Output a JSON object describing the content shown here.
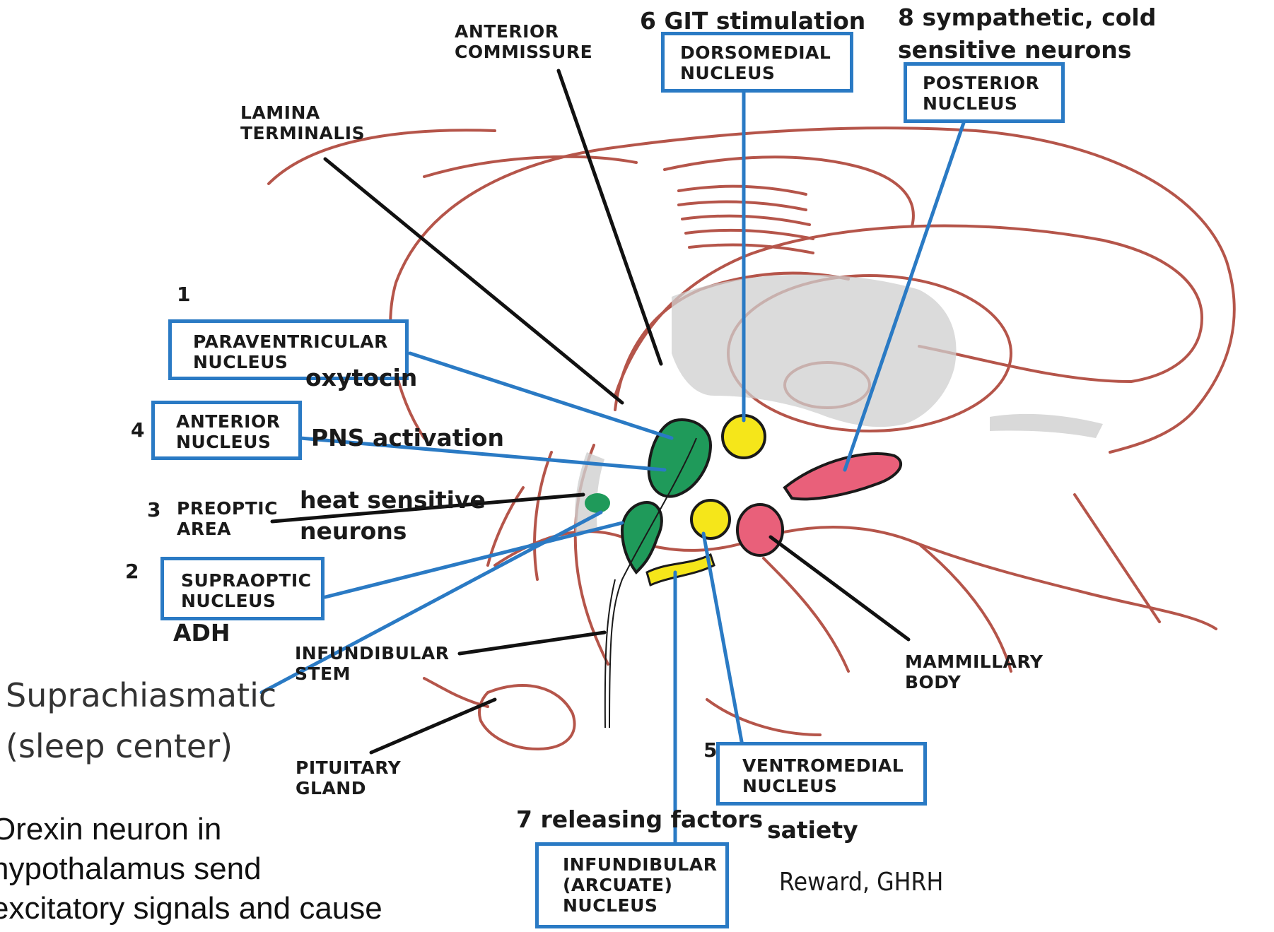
{
  "labels": {
    "anterior_commissure": "ANTERIOR\nCOMMISSURE",
    "lamina_terminalis": "LAMINA\nTERMINALIS",
    "dorsomedial_nucleus": "DORSOMEDIAL\nNUCLEUS",
    "posterior_nucleus": "POSTERIOR\nNUCLEUS",
    "paraventricular_nucleus": "PARAVENTRICULAR\nNUCLEUS",
    "anterior_nucleus": "ANTERIOR\nNUCLEUS",
    "preoptic_area": "PREOPTIC\nAREA",
    "supraoptic_nucleus": "SUPRAOPTIC\nNUCLEUS",
    "infundibular_stem": "INFUNDIBULAR\nSTEM",
    "pituitary_gland": "PITUITARY\nGLAND",
    "mammillary_body": "MAMMILLARY\nBODY",
    "ventromedial_nucleus": "VENTROMEDIAL\nNUCLEUS",
    "infundibular_arcuate_nucleus": "INFUNDIBULAR\n(ARCUATE)\nNUCLEUS"
  },
  "numbers": {
    "n1": "1",
    "n2": "2",
    "n3": "3",
    "n4": "4",
    "n5": "5"
  },
  "notes": {
    "git_stimulation": "6 GIT stimulation",
    "sympathetic": "8 sympathetic, cold\nsensitive neurons",
    "oxytocin": "oxytocin",
    "pns_activation": "PNS activation",
    "heat_sensitive": "heat sensitive\nneurons",
    "adh": "ADH",
    "releasing_factors": "7 releasing factors",
    "satiety": "satiety",
    "reward_ghrh": "Reward, GHRH"
  },
  "suprachiasmatic": "Suprachiasmatic\n(sleep center)",
  "orexin_text": "Orexin neuron in\nhypothalamus send\nexcitatory signals and cause",
  "colors": {
    "outline": "#b5554a",
    "box_border": "#2a7ac4",
    "green": "#1f9a5a",
    "yellow": "#f5e61a",
    "pink": "#e9607a",
    "gray": "#cfcfcf"
  }
}
